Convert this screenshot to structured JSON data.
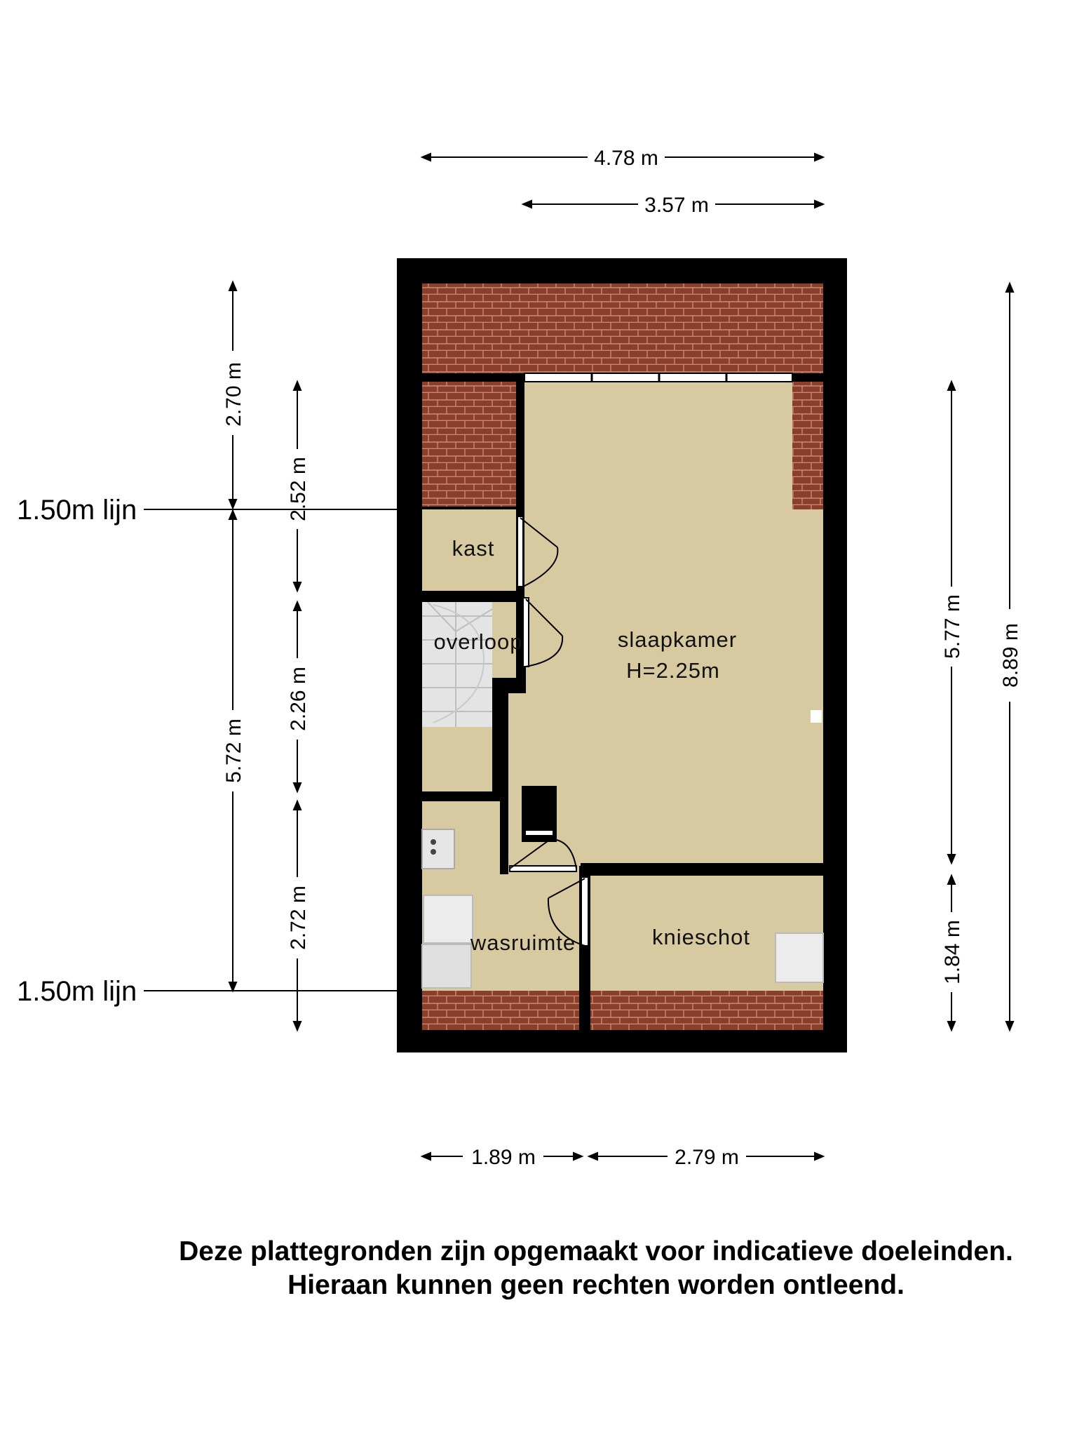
{
  "dimensions": {
    "top_outer": "4.78 m",
    "top_inner": "3.57 m",
    "bottom_left": "1.89 m",
    "bottom_right": "2.79 m",
    "left_outer_top": "2.70 m",
    "left_outer_bottom": "5.72 m",
    "left_inner_1": "2.52 m",
    "left_inner_2": "2.26 m",
    "left_inner_3": "2.72 m",
    "right_inner_top": "5.77 m",
    "right_inner_bottom": "1.84 m",
    "right_outer": "8.89 m"
  },
  "lines": {
    "top": "1.50m lijn",
    "bottom": "1.50m lijn"
  },
  "rooms": {
    "kast": "kast",
    "overloop": "overloop",
    "slaapkamer": "slaapkamer",
    "slaapkamer_height": "H=2.25m",
    "wasruimte": "wasruimte",
    "knieschot": "knieschot"
  },
  "disclaimer": {
    "line1": "Deze plattegronden zijn opgemaakt voor indicatieve doeleinden.",
    "line2": "Hieraan kunnen geen rechten worden ontleend."
  },
  "colors": {
    "floor": "#d8caa0",
    "wall": "#000000",
    "roof": "#8a3f2c",
    "stairs": "#e4e4e4"
  }
}
